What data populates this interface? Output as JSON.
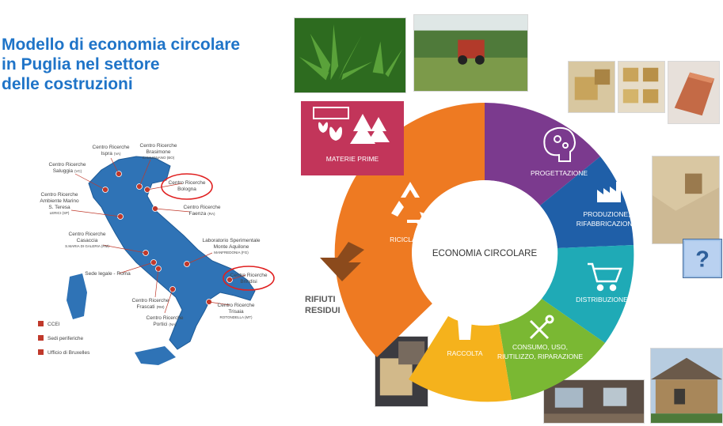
{
  "title": {
    "line1": "Modello di economia circolare",
    "line2": "in Puglia nel settore",
    "line3": "delle costruzioni"
  },
  "map": {
    "labels": [
      {
        "name": "Centro Ricerche",
        "place": "Ispra",
        "prov": "(VA)"
      },
      {
        "name": "Centro Ricerche",
        "place": "Brasimone",
        "prov": "CAMUGNANO (BO)"
      },
      {
        "name": "Centro Ricerche",
        "place": "Saluggia",
        "prov": "(VC)"
      },
      {
        "name": "Centro Ricerche",
        "place": "Bologna",
        "prov": ""
      },
      {
        "name": "Centro Ricerche",
        "place": "Ambiente Marino",
        "place2": "S. Teresa",
        "prov": "LERICI (SP)"
      },
      {
        "name": "Centro Ricerche",
        "place": "Faenza",
        "prov": "(RA)"
      },
      {
        "name": "Centro Ricerche",
        "place": "Casaccia",
        "prov": "S.MARIA DI GALERIA (RM)"
      },
      {
        "name": "Laboratorio Sperimentale",
        "place": "Monte Aquilone",
        "prov": "MANFREDONIA (FG)"
      },
      {
        "name": "Sede legale - Roma",
        "place": "",
        "prov": ""
      },
      {
        "name": "Centro Ricerche",
        "place": "Brindisi",
        "prov": ""
      },
      {
        "name": "Centro Ricerche",
        "place": "Frascati",
        "prov": "(RM)"
      },
      {
        "name": "Centro Ricerche",
        "place": "Trisaia",
        "prov": "ROTONDELLA (MT)"
      },
      {
        "name": "Centro Ricerche",
        "place": "Portici",
        "prov": "(NA)"
      }
    ],
    "legend": [
      "CCEI",
      "Sedi periferiche",
      "Ufficio di Bruxelles"
    ],
    "colors": {
      "land": "#2f73b6",
      "marker": "#c0392b",
      "circle": "#e02020"
    }
  },
  "wheel": {
    "center": "ECONOMIA CIRCOLARE",
    "segments": [
      {
        "label": "MATERIE PRIME",
        "color": "#c2355a",
        "icon": "raw-materials-icon"
      },
      {
        "label": "PROGETTAZIONE",
        "color": "#7b3a8e",
        "icon": "head-gears-icon"
      },
      {
        "label": "PRODUZIONE,",
        "label2": "RIFABBRICAZIONE",
        "color": "#1f5fa8",
        "icon": "factory-icon"
      },
      {
        "label": "DISTRIBUZIONE",
        "color": "#1faab6",
        "icon": "cart-icon"
      },
      {
        "label": "CONSUMO, USO,",
        "label2": "RIUTILIZZO, RIPARAZIONE",
        "color": "#7ab833",
        "icon": "tools-icon"
      },
      {
        "label": "RACCOLTA",
        "color": "#f5b21c",
        "icon": "recycle-bin-icon"
      },
      {
        "label": "RICICLAGGIO",
        "color": "#ee7a22",
        "icon": "recycle-icon"
      }
    ],
    "waste_label1": "RIFIUTI",
    "waste_label2": "RESIDUI",
    "waste_color": "#8b4a1c"
  }
}
